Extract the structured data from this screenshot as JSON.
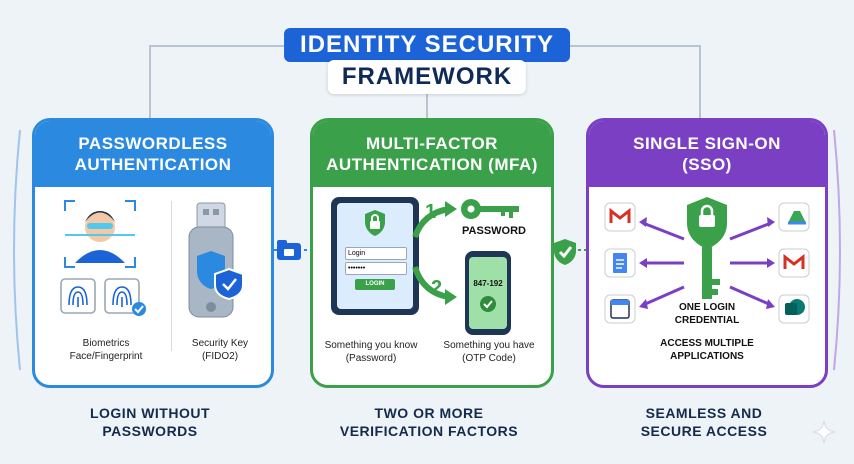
{
  "title": {
    "line1": "IDENTITY SECURITY",
    "line2": "FRAMEWORK"
  },
  "colors": {
    "blue": "#2b8ae0",
    "green": "#3aa14a",
    "purple": "#7a3fc3",
    "navy": "#0f2a56"
  },
  "panels": {
    "passwordless": {
      "title_line1": "PASSWORDLESS",
      "title_line2": "AUTHENTICATION",
      "biometrics_line1": "Biometrics",
      "biometrics_line2": "Face/Fingerprint",
      "key_line1": "Security Key",
      "key_line2": "(FIDO2)",
      "footer_line1": "LOGIN WITHOUT",
      "footer_line2": "PASSWORDS"
    },
    "mfa": {
      "title_line1": "MULTI-FACTOR",
      "title_line2": "AUTHENTICATION (MFA)",
      "step1": "1",
      "step2": "2",
      "password_label": "PASSWORD",
      "login_field": "Login",
      "password_field": "•••••••",
      "login_button": "LOGIN",
      "otp_code": "847-192",
      "know_line1": "Something you know",
      "know_line2": "(Password)",
      "have_line1": "Something you have",
      "have_line2": "(OTP Code)",
      "footer_line1": "TWO OR MORE",
      "footer_line2": "VERIFICATION FACTORS"
    },
    "sso": {
      "title_line1": "SINGLE SIGN-ON",
      "title_line2": "(SSO)",
      "credential_line1": "ONE LOGIN",
      "credential_line2": "CREDENTIAL",
      "access_line1": "ACCESS MULTIPLE",
      "access_line2": "APPLICATIONS",
      "footer_line1": "SEAMLESS AND",
      "footer_line2": "SECURE ACCESS",
      "apps": [
        "gmail-icon",
        "docs-icon",
        "calendar-icon",
        "drive-icon",
        "gmail-icon",
        "sharepoint-icon"
      ]
    }
  }
}
